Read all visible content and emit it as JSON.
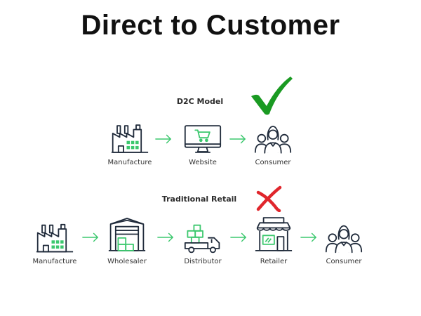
{
  "title": "Direct to Customer",
  "colors": {
    "accent": "#3cc86e",
    "line": "#1f2a3a",
    "check": "#1a9a22",
    "cross": "#e0262c"
  },
  "d2c": {
    "label": "D2C Model",
    "status_icon": "check-mark-icon",
    "nodes": [
      {
        "label": "Manufacture",
        "icon": "factory-icon"
      },
      {
        "label": "Website",
        "icon": "monitor-cart-icon"
      },
      {
        "label": "Consumer",
        "icon": "people-icon"
      }
    ]
  },
  "retail": {
    "label": "Traditional Retail",
    "status_icon": "cross-mark-icon",
    "nodes": [
      {
        "label": "Manufacture",
        "icon": "factory-icon"
      },
      {
        "label": "Wholesaler",
        "icon": "warehouse-icon"
      },
      {
        "label": "Distributor",
        "icon": "truck-icon"
      },
      {
        "label": "Retailer",
        "icon": "storefront-icon"
      },
      {
        "label": "Consumer",
        "icon": "people-icon"
      }
    ]
  }
}
